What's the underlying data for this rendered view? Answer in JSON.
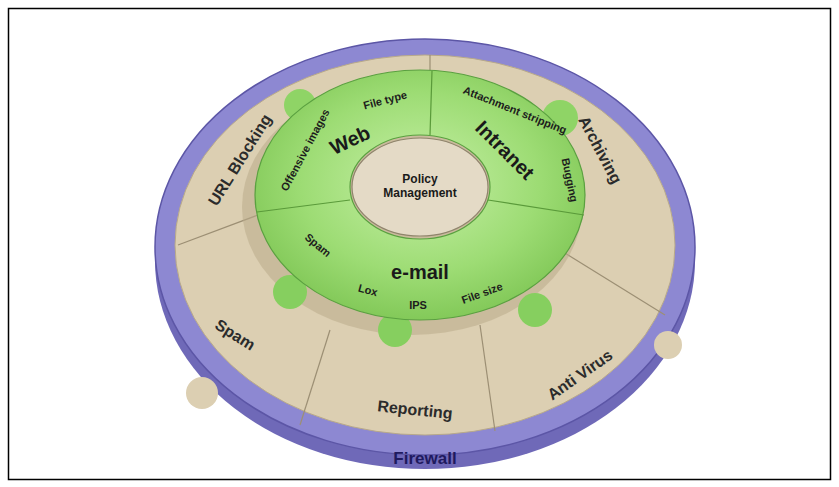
{
  "diagram": {
    "nodes": [
      {
        "text": [
          "Firewall"
        ]
      },
      {
        "text": [
          "URL Blocking"
        ],
        "in": 0
      },
      {
        "text": [
          "Archiving"
        ],
        "in": 0
      },
      {
        "text": [
          "Web",
          "Offensive images",
          "File type"
        ],
        "in": 0
      },
      {
        "text": [
          "Intranet",
          "Attachment stripping",
          "Bugging"
        ],
        "in": 0
      },
      {
        "text": [
          "Policy Management"
        ],
        "in": 0
      },
      {
        "text": [
          "e-mail",
          "Spam",
          "Lox",
          "IPS",
          "File size"
        ],
        "in": 0
      },
      {
        "text": [
          "Spam"
        ],
        "in": 0
      },
      {
        "text": [
          "Reporting"
        ],
        "in": 0
      },
      {
        "text": [
          "Anti Virus"
        ],
        "in": 0
      }
    ]
  }
}
